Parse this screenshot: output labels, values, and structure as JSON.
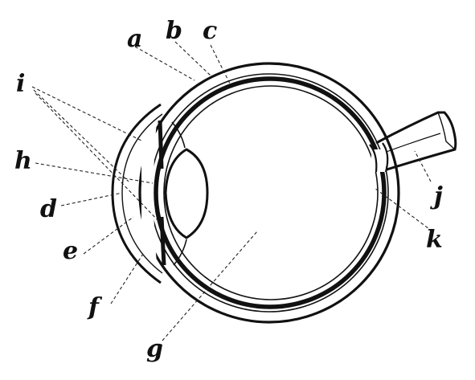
{
  "figure": {
    "labels": {
      "a": "a",
      "b": "b",
      "c": "c",
      "d": "d",
      "e": "e",
      "f": "f",
      "g": "g",
      "h": "h",
      "i": "i",
      "j": "j",
      "k": "k"
    }
  }
}
